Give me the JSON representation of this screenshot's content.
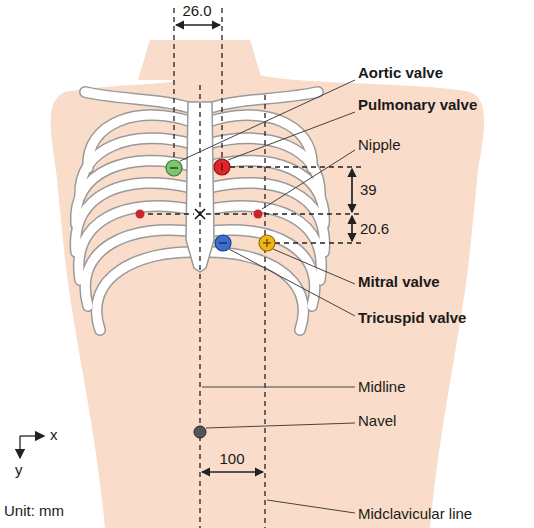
{
  "diagram": {
    "labels": [
      "26.0",
      "Aortic valve",
      "Pulmonary valve",
      "Nipple",
      "39",
      "20.6",
      "Mitral valve",
      "Tricuspid valve",
      "Midline",
      "Navel",
      "100",
      "x",
      "y",
      "Unit: mm",
      "Midclavicular line"
    ]
  }
}
